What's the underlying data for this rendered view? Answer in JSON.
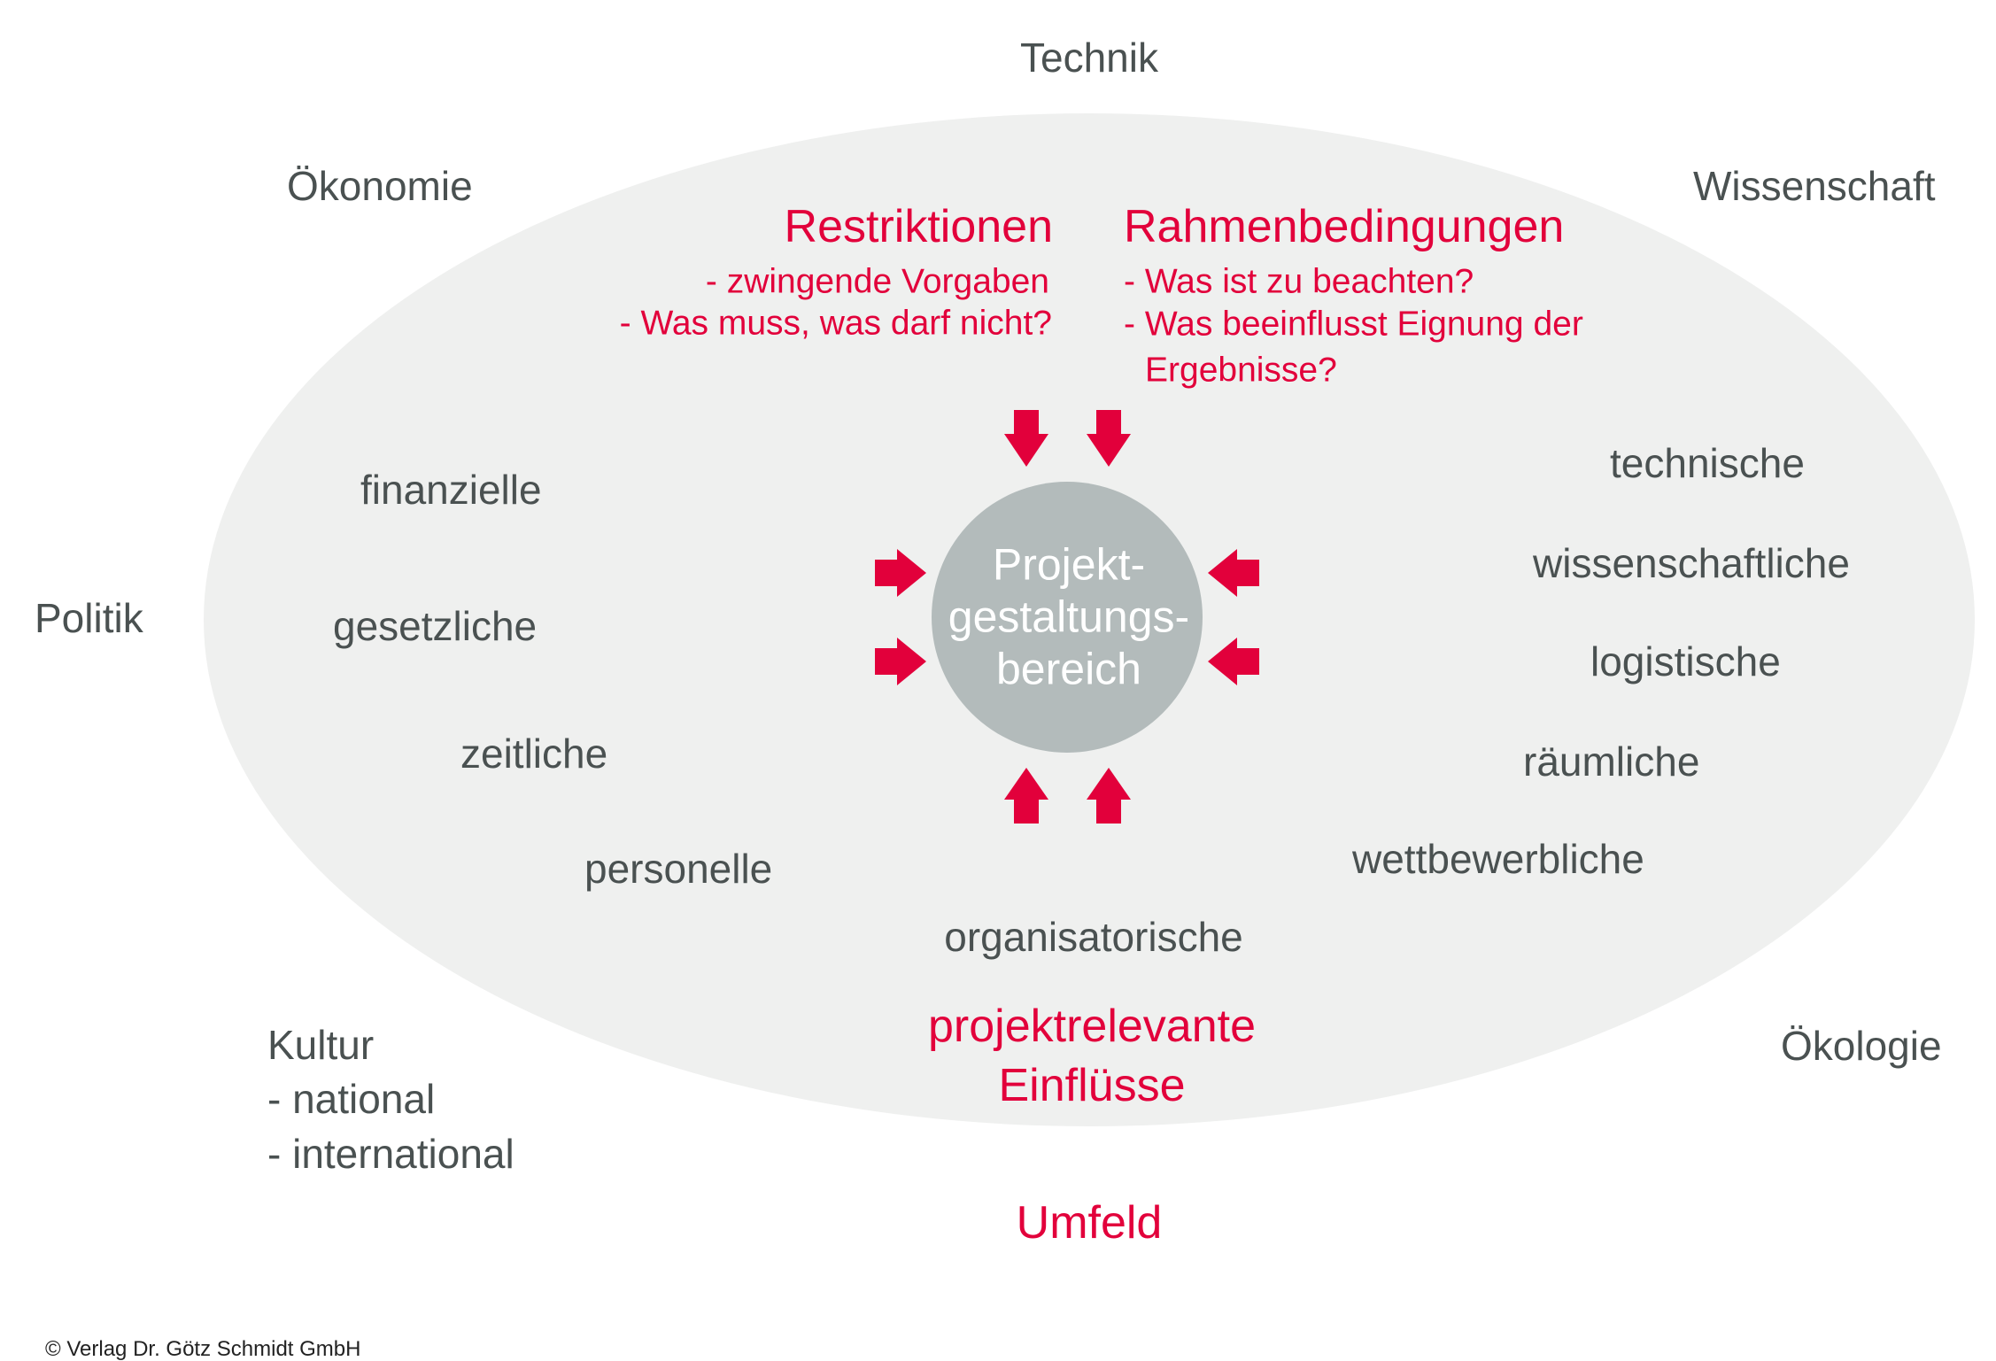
{
  "colors": {
    "accent": "#e2003b",
    "text": "#4a5151",
    "ellipse": "#eff0ef",
    "circle": "#b3bbbb"
  },
  "outer": {
    "technik": "Technik",
    "oekonomie": "Ökonomie",
    "wissenschaft": "Wissenschaft",
    "politik": "Politik",
    "kultur": "Kultur",
    "kultur_national": "- national",
    "kultur_international": "- international",
    "oekologie": "Ökologie",
    "umfeld": "Umfeld"
  },
  "restriktionen": {
    "title": "Restriktionen",
    "lines": [
      "- zwingende Vorgaben",
      "- Was muss, was darf nicht?"
    ]
  },
  "rahmenbedingungen": {
    "title": "Rahmenbedingungen",
    "lines": [
      "- Was ist zu beachten?",
      "- Was beeinflusst Eignung der",
      "Ergebnisse?"
    ]
  },
  "center": {
    "line1": "Projekt-",
    "line2": "gestaltungs-",
    "line3": "bereich"
  },
  "influences": {
    "left": [
      "finanzielle",
      "gesetzliche",
      "zeitliche",
      "personelle"
    ],
    "right": [
      "technische",
      "wissenschaftliche",
      "logistische",
      "räumliche",
      "wettbewerbliche"
    ],
    "bottom": "organisatorische",
    "label_line1": "projektrelevante",
    "label_line2": "Einflüsse"
  },
  "copyright": "© Verlag Dr. Götz Schmidt GmbH"
}
